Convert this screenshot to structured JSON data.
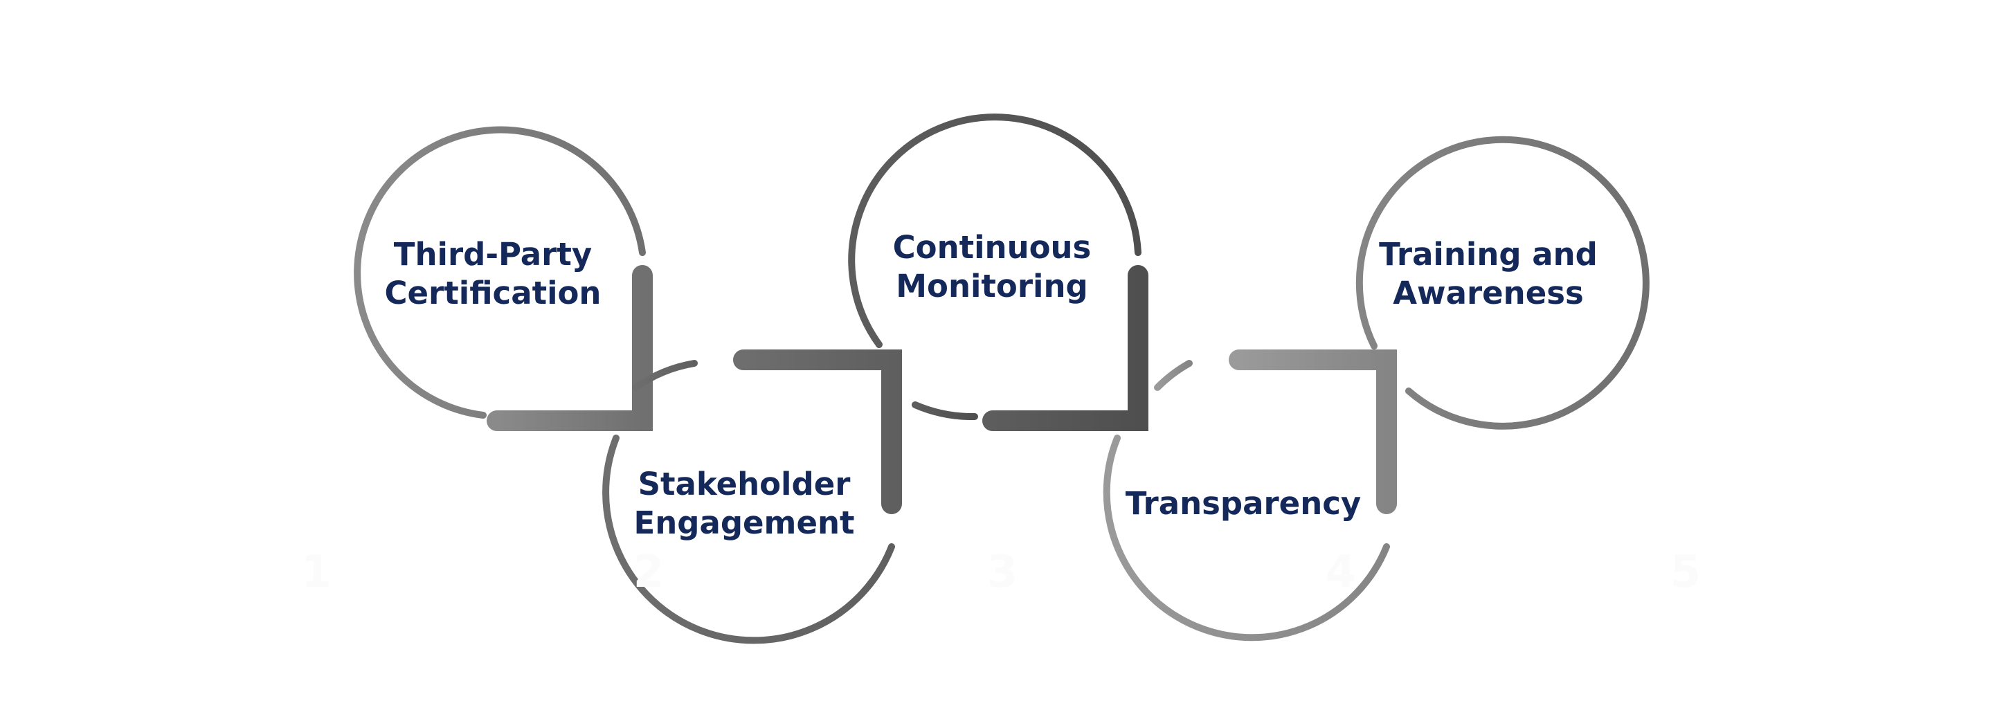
{
  "diagram": {
    "stages": [
      {
        "number": "1",
        "label": "Third-Party\nCertification",
        "color": "#7f7f7f"
      },
      {
        "number": "2",
        "label": "Stakeholder\nEngagement",
        "color": "#6a6a6a"
      },
      {
        "number": "3",
        "label": "Continuous\nMonitoring",
        "color": "#595959"
      },
      {
        "number": "4",
        "label": "Transparency",
        "color": "#8c8c8c"
      },
      {
        "number": "5",
        "label": "Training and\nAwareness",
        "color": "#7a7a7a"
      }
    ],
    "text_color": "#14295a"
  }
}
